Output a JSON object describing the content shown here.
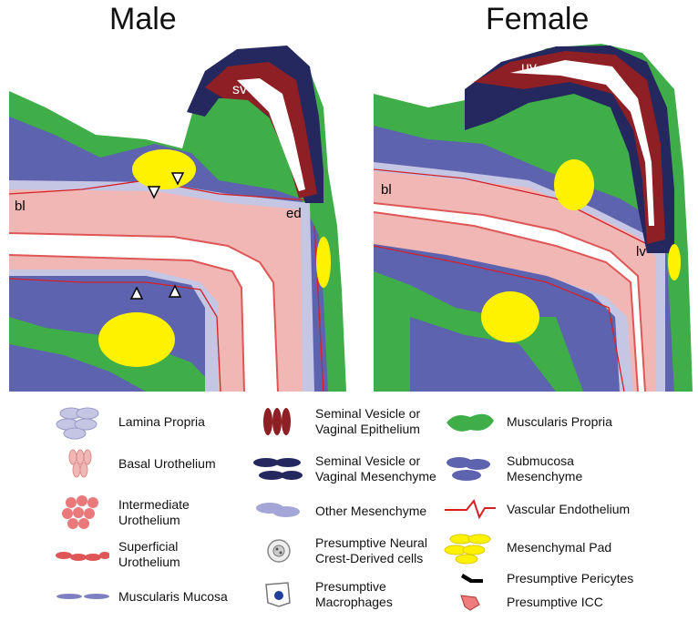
{
  "titles": {
    "male": "Male",
    "female": "Female"
  },
  "male_labels": {
    "sv": "sv",
    "bl": "bl",
    "ed": "ed"
  },
  "female_labels": {
    "uv": "uv",
    "bl": "bl",
    "lv": "lv"
  },
  "legend": {
    "lamina_propria": "Lamina Propria",
    "basal_urothelium": "Basal Urothelium",
    "intermediate_urothelium_1": "Intermediate",
    "intermediate_urothelium_2": "Urothelium",
    "superficial_urothelium_1": "Superficial",
    "superficial_urothelium_2": "Urothelium",
    "muscularis_mucosa": "Muscularis Mucosa",
    "sv_epithelium_1": "Seminal Vesicle or",
    "sv_epithelium_2": "Vaginal Epithelium",
    "sv_mesenchyme_1": "Seminal Vesicle or",
    "sv_mesenchyme_2": "Vaginal Mesenchyme",
    "other_mesenchyme": "Other Mesenchyme",
    "neural_crest_1": "Presumptive Neural",
    "neural_crest_2": "Crest-Derived cells",
    "macrophages_1": "Presumptive",
    "macrophages_2": "Macrophages",
    "muscularis_propria": "Muscularis Propria",
    "submucosa_1": "Submucosa",
    "submucosa_2": "Mesenchyme",
    "vascular_endothelium": "Vascular Endothelium",
    "mesenchymal_pad": "Mesenchymal Pad",
    "pericytes": "Presumptive Pericytes",
    "icc": "Presumptive ICC"
  },
  "colors": {
    "muscularis_propria": "#3fae49",
    "submucosa": "#5d63ae",
    "lamina_propria": "#c5c6e3",
    "urothelium": "#f0b7b5",
    "superficial": "#de5656",
    "sv_epithelium": "#8e1f24",
    "sv_mesenchyme": "#25285e",
    "mesenchymal_pad": "#fff200",
    "vascular": "#d52027"
  }
}
